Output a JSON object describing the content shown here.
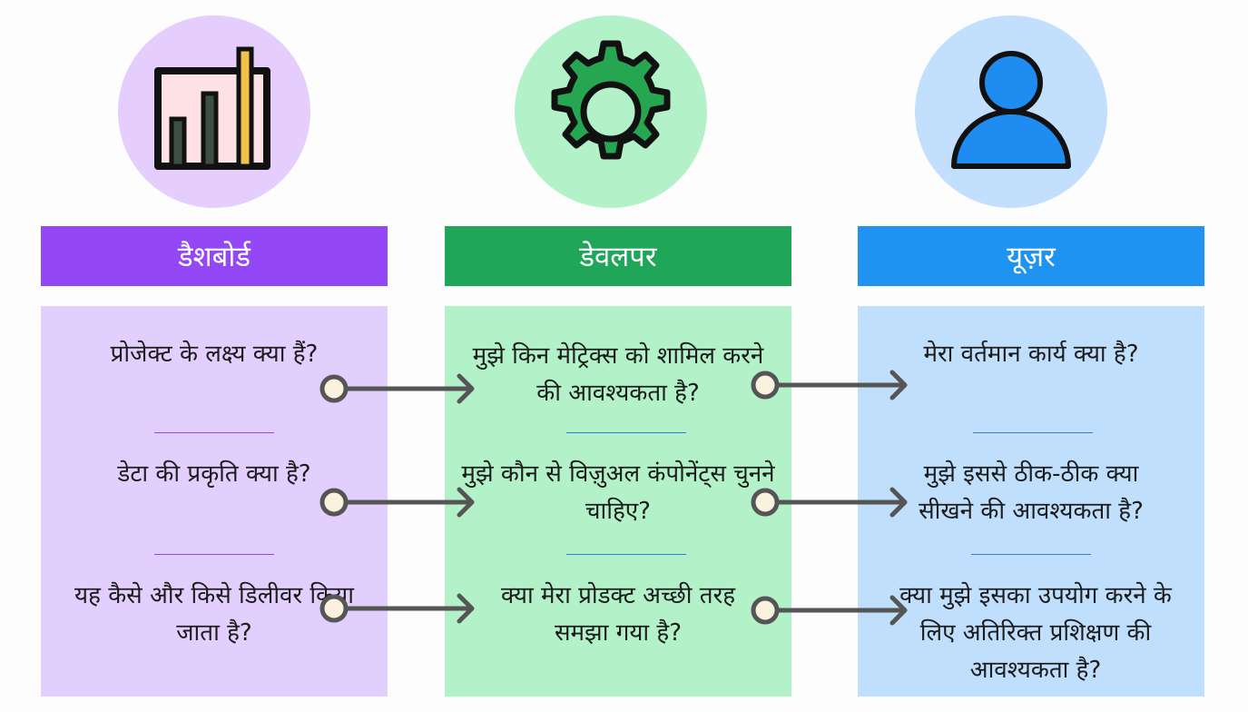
{
  "columns": [
    {
      "title": "डैशबोर्ड",
      "icon": "bar-chart-icon",
      "header_color": "#9448f5",
      "panel_color": "#e3cffd",
      "circle_color": "#e5cdfd",
      "divider_color": "#9448f5",
      "questions": [
        "प्रोजेक्ट के लक्ष्य क्या हैं?",
        "डेटा की प्रकृति क्या है?",
        "यह कैसे और किसे डिलीवर किया जाता है?"
      ]
    },
    {
      "title": "डेवलपर",
      "icon": "gear-icon",
      "header_color": "#1fa659",
      "panel_color": "#b3f2c9",
      "circle_color": "#b3f2c8",
      "divider_color": "#2f7fd0",
      "questions": [
        "मुझे किन मेट्रिक्स को शामिल करने की आवश्यकता है?",
        "मुझे कौन से विज़ुअल कंपोनेंट्स चुनने चाहिए?",
        "क्या मेरा प्रोडक्ट अच्छी तरह समझा गया है?"
      ]
    },
    {
      "title": "यूज़र",
      "icon": "user-icon",
      "header_color": "#1e93f1",
      "panel_color": "#bfdffd",
      "circle_color": "#c2e0fd",
      "divider_color": "#2f7fd0",
      "questions": [
        "मेरा वर्तमान कार्य क्या है?",
        "मुझे इससे ठीक-ठीक क्या सीखने की आवश्यकता है?",
        "क्या मुझे इसका उपयोग करने के लिए अतिरिक्त प्रशिक्षण की आवश्यकता है?"
      ]
    }
  ],
  "connector_color": "#555555",
  "node_fill": "#fbf1df"
}
